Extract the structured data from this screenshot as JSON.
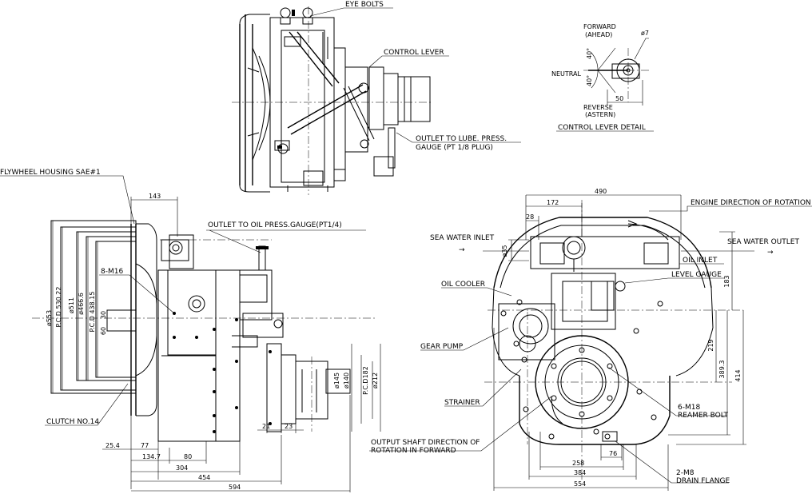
{
  "labels": {
    "eye_bolts": "EYE BOLTS",
    "control_lever": "CONTROL LEVER",
    "outlet_lube": "OUTLET TO LUBE. PRESS.",
    "outlet_lube_2": "GAUGE (PT 1/8 PLUG)",
    "flywheel_housing": "FLYWHEEL HOUSING SAE#1",
    "outlet_oil_press": "OUTLET TO OIL PRESS.GAUGE(PT1/4)",
    "b_m16": "8-M16",
    "clutch": "CLUTCH NO.14",
    "sea_water_inlet": "SEA WATER  INLET",
    "sea_water_outlet": "SEA WATER OUTLET",
    "engine_direction": "ENGINE DIRECTION OF ROTATION",
    "oil_inlet": "OIL INLET",
    "level_gauge": "LEVEL GAUGE",
    "oil_cooler": "OIL COOLER",
    "gear_pump": "GEAR PUMP",
    "strainer": "STRAINER",
    "m18_1": "6-M18",
    "m18_2": "REAMER BOLT",
    "output_dir_1": "OUTPUT SHAFT DIRECTION OF",
    "output_dir_2": "ROTATION IN FORWARD",
    "m8_1": "2-M8",
    "m8_2": "DRAIN FLANGE",
    "arrow_glyph": "→"
  },
  "control_detail": {
    "forward": "FORWARD",
    "ahead": "(AHEAD)",
    "neutral": "NEUTRAL",
    "reverse": "REVERSE",
    "astern": "(ASTERN)",
    "angle_up": "40°",
    "angle_down": "40°",
    "phi7": "ø7",
    "dim_50": "50",
    "title": "CONTROL LEVER DETAIL"
  },
  "dims_side": {
    "d143": "143",
    "d553": "ø553",
    "d530": "P.C.D 530.22",
    "d511": "ø511",
    "d466": "ø466.6",
    "d438": "P.C.D 438.15",
    "d60": "60",
    "d30": "30",
    "d145": "ø145",
    "d140": "ø140",
    "pcd182": "P.C.D182",
    "d212": "ø212",
    "d21": "21",
    "d23": "23",
    "d254": "25.4",
    "d77": "77",
    "d1347": "134.7",
    "d80": "80",
    "d304": "304",
    "d454": "454",
    "d594": "594"
  },
  "dims_front": {
    "d490": "490",
    "d172": "172",
    "d28": "28",
    "d35": "ø35",
    "d183": "183",
    "d219": "219",
    "d3893": "389.3",
    "d414": "414",
    "d76": "76",
    "d258": "258",
    "d384": "384",
    "d554": "554"
  }
}
